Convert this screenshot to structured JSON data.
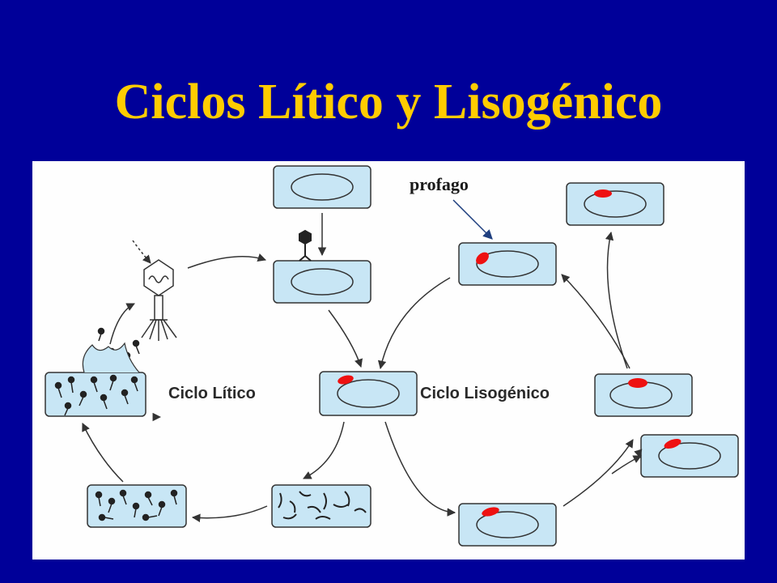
{
  "title": "Ciclos Lítico y Lisogénico",
  "labels": {
    "lytic_cycle": "Ciclo Lítico",
    "lysogenic_cycle": "Ciclo Lisogénico",
    "prophage": "profago"
  },
  "colors": {
    "background": "#000099",
    "title": "#ffcc00",
    "cell_fill": "#c8e6f5",
    "prophage_dna": "#ee1111",
    "pointer_arrow": "#1f3f7f"
  }
}
